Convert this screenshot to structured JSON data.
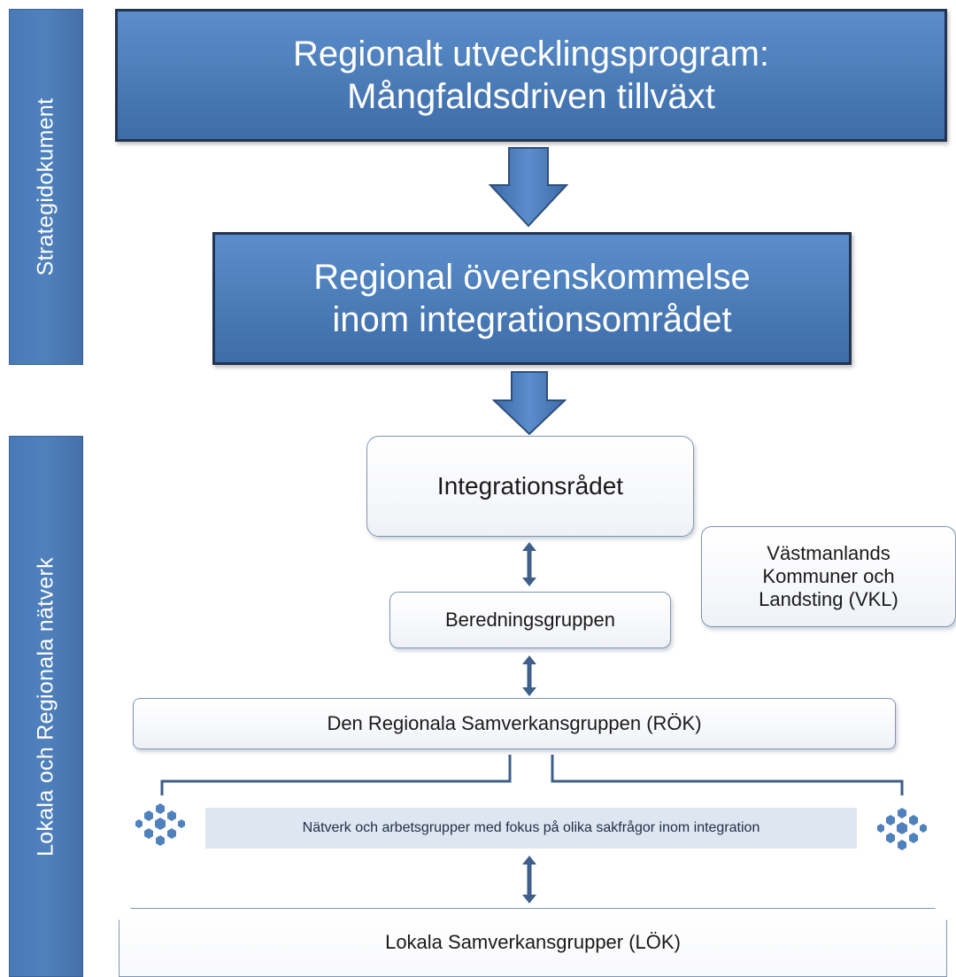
{
  "side_labels": {
    "strategy": "Strategidokument",
    "networks": "Lokala och Regionala nätverk"
  },
  "program_box": {
    "line1": "Regionalt utvecklingsprogram:",
    "line2": "Mångfaldsdriven tillväxt"
  },
  "agreement_box": {
    "line1": "Regional överenskommelse",
    "line2": "inom integrationsområdet"
  },
  "integrationsradet": "Integrationsrådet",
  "vkl": {
    "line1": "Västmanlands",
    "line2": "Kommuner och",
    "line3": "Landsting (VKL)"
  },
  "beredningsgruppen": "Beredningsgruppen",
  "rok": "Den Regionala Samverkansgruppen (RÖK)",
  "networks_bar": "Nätverk och arbetsgrupper med fokus på olika sakfrågor inom integration",
  "lok": "Lokala Samverkansgrupper (LÖK)",
  "colors": {
    "primary_blue": "#4f81bd",
    "box_border": "#22344f",
    "connector": "#3f5f8a",
    "network_bar": "#dde6f1"
  }
}
